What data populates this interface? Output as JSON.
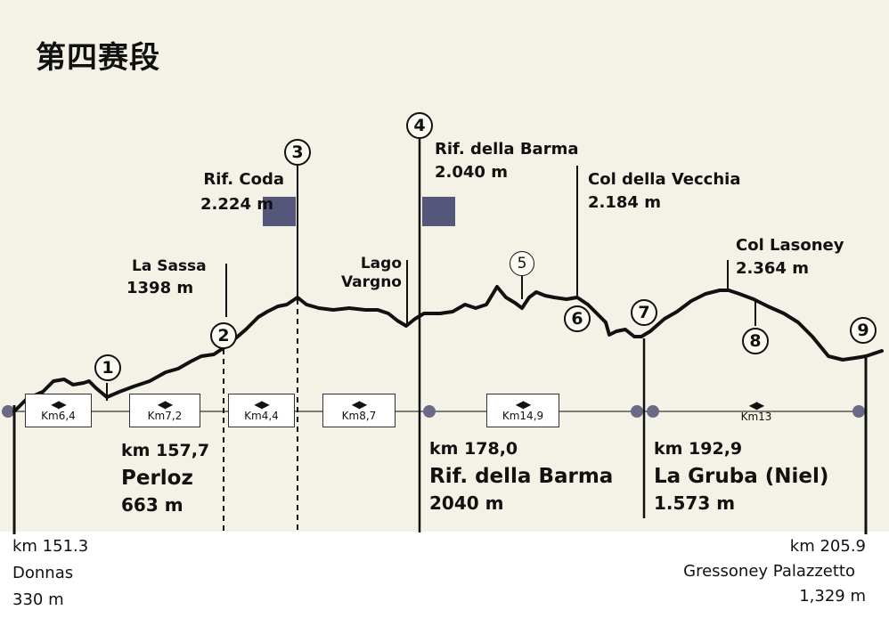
{
  "title": "第四赛段",
  "points": [
    "1",
    "2",
    "3",
    "4",
    "5",
    "6",
    "7",
    "8",
    "9"
  ],
  "upper_labels": {
    "rif_coda": {
      "name": "Rif. Coda",
      "alt": "2.224 m"
    },
    "la_sassa": {
      "name": "La Sassa",
      "alt": "1398 m"
    },
    "lago": {
      "line1": "Lago",
      "line2": "Vargno"
    },
    "rif_barma": {
      "name": "Rif. della Barma",
      "alt": "2.040 m"
    },
    "col_vecchia": {
      "name": "Col della Vecchia",
      "alt": "2.184 m"
    },
    "col_lasoney": {
      "name": "Col Lasoney",
      "alt": "2.364 m"
    }
  },
  "segments": [
    "Km6,4",
    "Km7,2",
    "Km4,4",
    "Km8,7",
    "Km14,9",
    "Km13"
  ],
  "checkpoints": {
    "perloz": {
      "km": "km 157,7",
      "name": "Perloz",
      "alt": "663 m"
    },
    "barma": {
      "km": "km 178,0",
      "name": "Rif. della Barma",
      "alt": "2040 m"
    },
    "gruba": {
      "km": "km 192,9",
      "name": "La Gruba (Niel)",
      "alt": "1.573 m"
    }
  },
  "start": {
    "km": "km 151.3",
    "name": "Donnas",
    "alt": "330 m"
  },
  "end": {
    "km": "km 205.9",
    "name": "Gressoney Palazzetto",
    "alt": "1,329 m"
  },
  "colors": {
    "background": "#f4f2e6",
    "refuge_marker": "#55577a",
    "base_dot": "#6a6a86",
    "line": "#111111"
  }
}
